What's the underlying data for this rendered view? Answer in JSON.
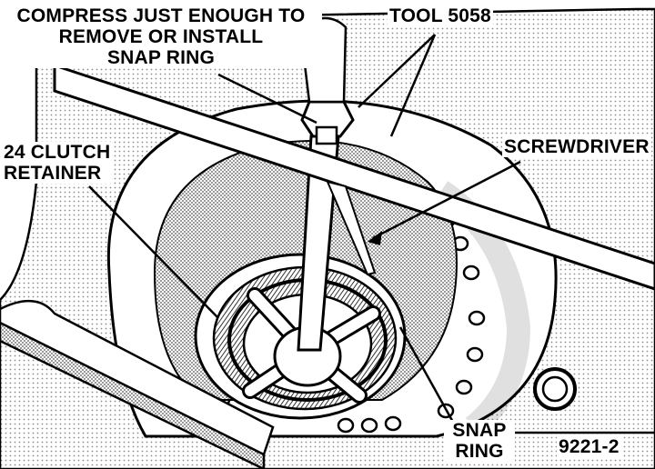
{
  "labels": {
    "compress_line1": "COMPRESS JUST ENOUGH TO",
    "compress_line2": "REMOVE OR INSTALL",
    "compress_line3": "SNAP RING",
    "tool": "TOOL 5058",
    "screwdriver": "SCREWDRIVER",
    "retainer_line1": "24 CLUTCH",
    "retainer_line2": "RETAINER",
    "snap_ring_line1": "SNAP",
    "snap_ring_line2": "RING",
    "figure_number": "9221-2"
  },
  "colors": {
    "ink": "#000000",
    "paper": "#ffffff",
    "halftone": "#8c8c8c"
  }
}
